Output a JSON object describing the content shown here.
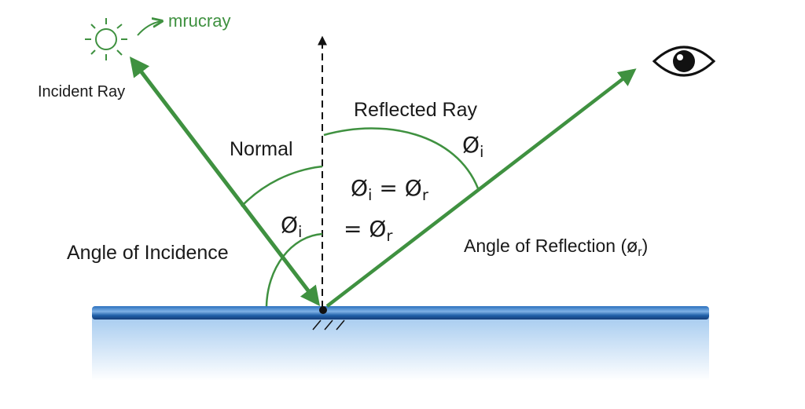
{
  "labels": {
    "sun_caption": "mrucray",
    "incident_ray": "Incident Ray",
    "reflected_ray": "Reflected Ray",
    "normal": "Normal",
    "angle_incidence": "Angle of Incidence",
    "angle_reflection": "Angle of Reflection (",
    "angle_reflection_close": ")"
  },
  "symbols": {
    "phi": "Ø",
    "phi_small": "ø",
    "i": "i",
    "r": "r",
    "equals": "="
  },
  "colors": {
    "ray": "#3f9140",
    "mirror": "#1f5fa8",
    "text": "#1a1a1a"
  }
}
